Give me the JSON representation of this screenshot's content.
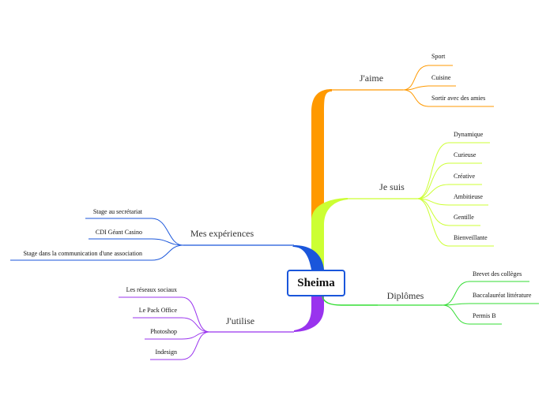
{
  "root": {
    "label": "Sheima"
  },
  "branches": [
    {
      "id": "jaime",
      "label": "J'aime",
      "color": "#ff9900",
      "children": [
        "Sport",
        "Cuisine",
        "Sortir avec des amies"
      ]
    },
    {
      "id": "jesuis",
      "label": "Je suis",
      "color": "#ccff33",
      "children": [
        "Dynamique",
        "Curieuse",
        "Créative",
        "Ambitieuse",
        "Gentille",
        "Bienveillante"
      ]
    },
    {
      "id": "diplomes",
      "label": "Diplômes",
      "color": "#33dd33",
      "children": [
        "Brevet des collèges",
        "Baccalauréat littérature",
        "Permis B"
      ]
    },
    {
      "id": "jutilise",
      "label": "J'utilise",
      "color": "#9933ee",
      "children": [
        "Les réseaux sociaux",
        "Le Pack Office",
        "Photoshop",
        "Indesign"
      ]
    },
    {
      "id": "experiences",
      "label": "Mes expériences",
      "color": "#1a56db",
      "children": [
        "Stage au secrétariat",
        "CDI Géant Casino",
        "Stage dans la communication d'une association"
      ]
    }
  ]
}
